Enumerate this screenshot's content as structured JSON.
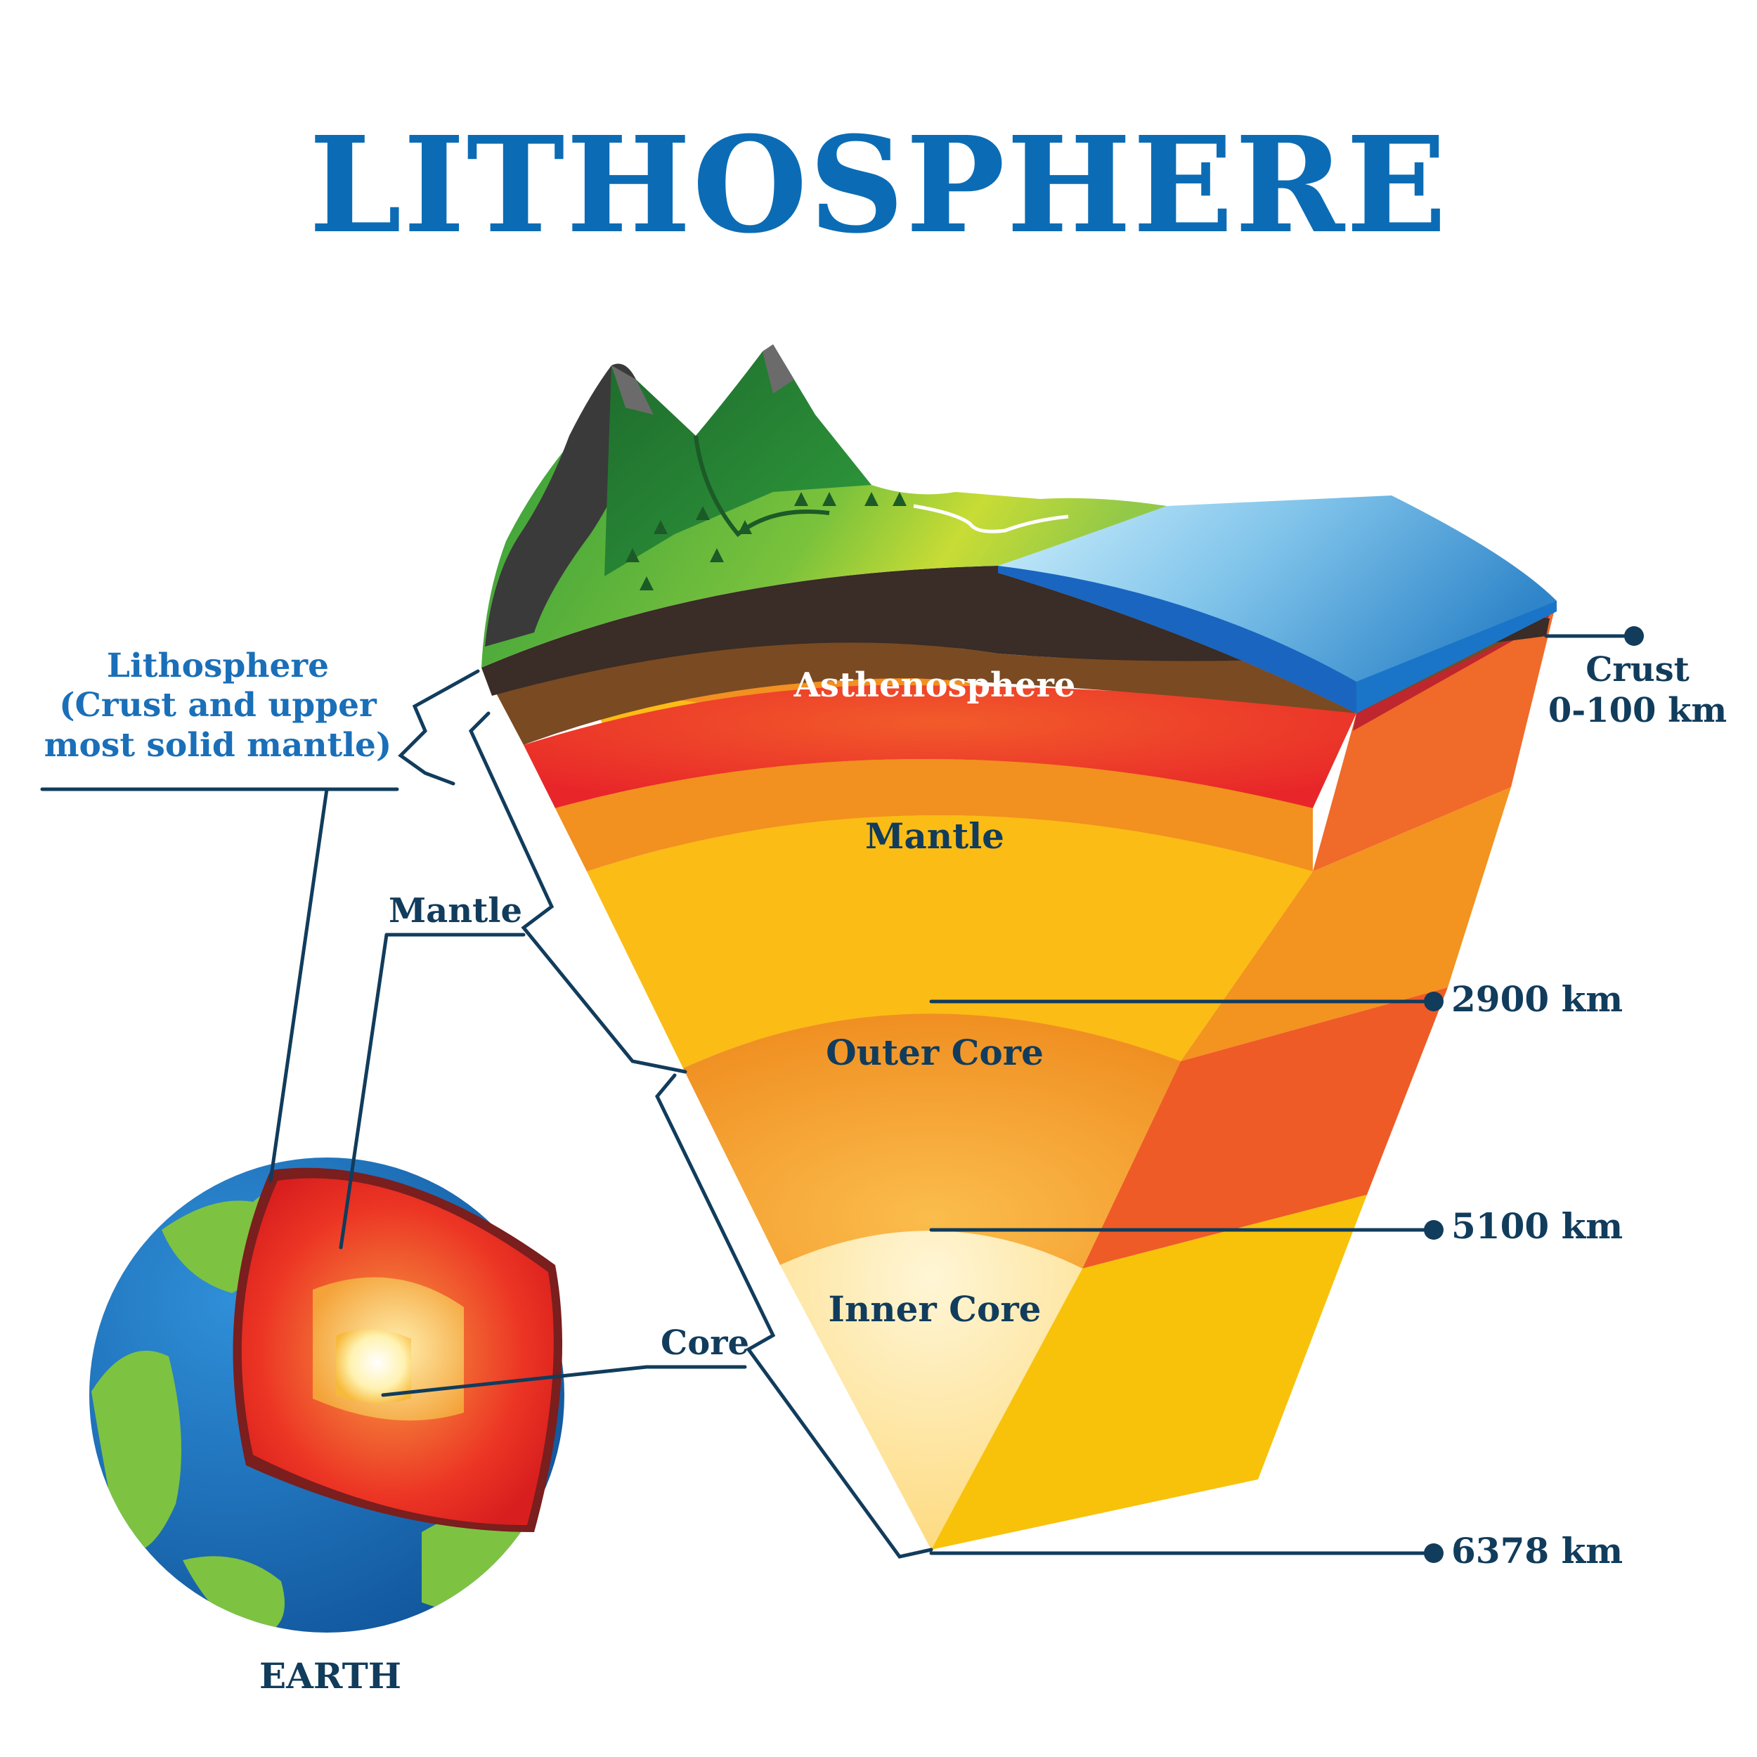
{
  "title": "LITHOSPHERE",
  "colors": {
    "title_blue": "#0b6cb5",
    "label_dark": "#113c5c",
    "label_blue": "#1a6fb8",
    "ocean": "#1e72c0",
    "land": "#7ec242",
    "crust_dark": "#3a2c26",
    "crust_brown": "#7a4a22",
    "asthenosphere": "#ea2a2a",
    "mantle_orange": "#f29020",
    "mantle_yellow": "#fbbc16",
    "outer_core": "#f08f22",
    "inner_core": "#fde088"
  },
  "earth": {
    "label": "EARTH"
  },
  "section_labels": {
    "asthenosphere": "Asthenosphere",
    "mantle": "Mantle",
    "outer_core": "Outer Core",
    "inner_core": "Inner Core"
  },
  "left_labels": {
    "lithosphere_line1": "Lithosphere",
    "lithosphere_line2": "(Crust and upper",
    "lithosphere_line3": "most solid mantle)",
    "mantle": "Mantle",
    "core": "Core"
  },
  "depth_labels": {
    "crust_name": "Crust",
    "crust_range": "0-100 km",
    "d2900": "2900 km",
    "d5100": "5100 km",
    "d6378": "6378 km"
  }
}
